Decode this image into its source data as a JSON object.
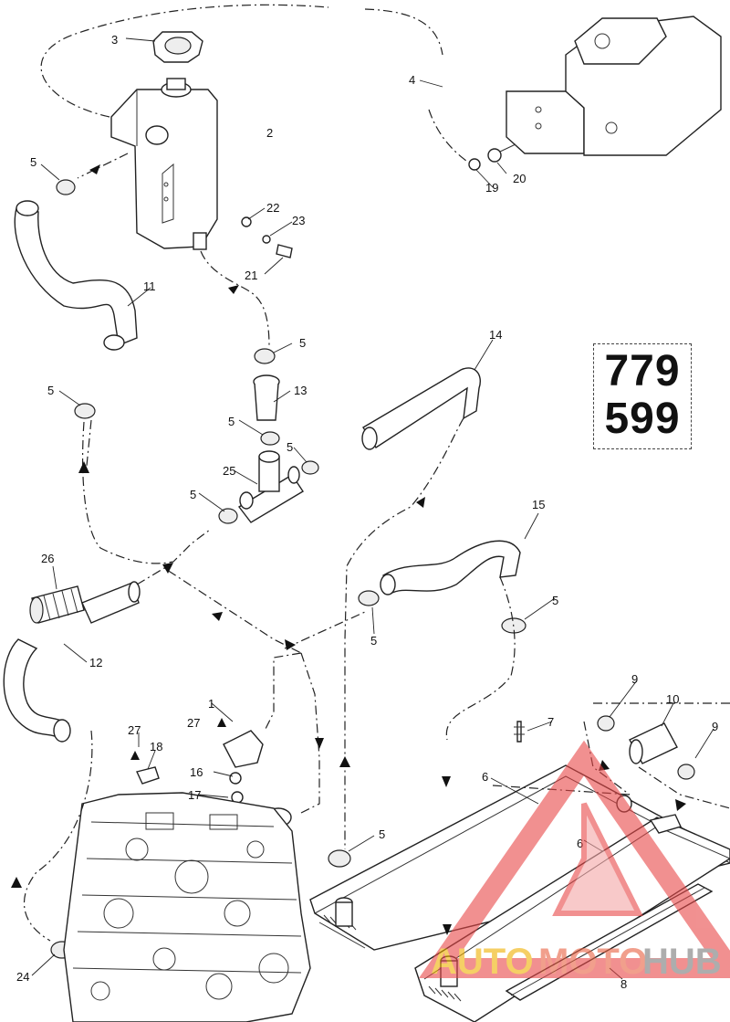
{
  "diagram": {
    "reference_numbers": [
      "779",
      "599"
    ],
    "callouts": {
      "c1": "1",
      "c2": "2",
      "c3": "3",
      "c4": "4",
      "c5a": "5",
      "c5b": "5",
      "c5c": "5",
      "c5d": "5",
      "c5e": "5",
      "c5f": "5",
      "c5g": "5",
      "c5h": "5",
      "c5i": "5",
      "c6a": "6",
      "c6b": "6",
      "c7": "7",
      "c8": "8",
      "c9a": "9",
      "c9b": "9",
      "c10": "10",
      "c11": "11",
      "c12": "12",
      "c13": "13",
      "c14": "14",
      "c15": "15",
      "c16": "16",
      "c17": "17",
      "c18": "18",
      "c19": "19",
      "c20": "20",
      "c21": "21",
      "c22": "22",
      "c23": "23",
      "c24": "24",
      "c25": "25",
      "c26": "26",
      "c27a": "27",
      "c27b": "27"
    }
  },
  "watermark": {
    "text_parts": [
      "AUTO",
      "MOTO",
      "HUB"
    ],
    "colors": [
      "#f0b000",
      "#e86040",
      "#777777"
    ]
  }
}
